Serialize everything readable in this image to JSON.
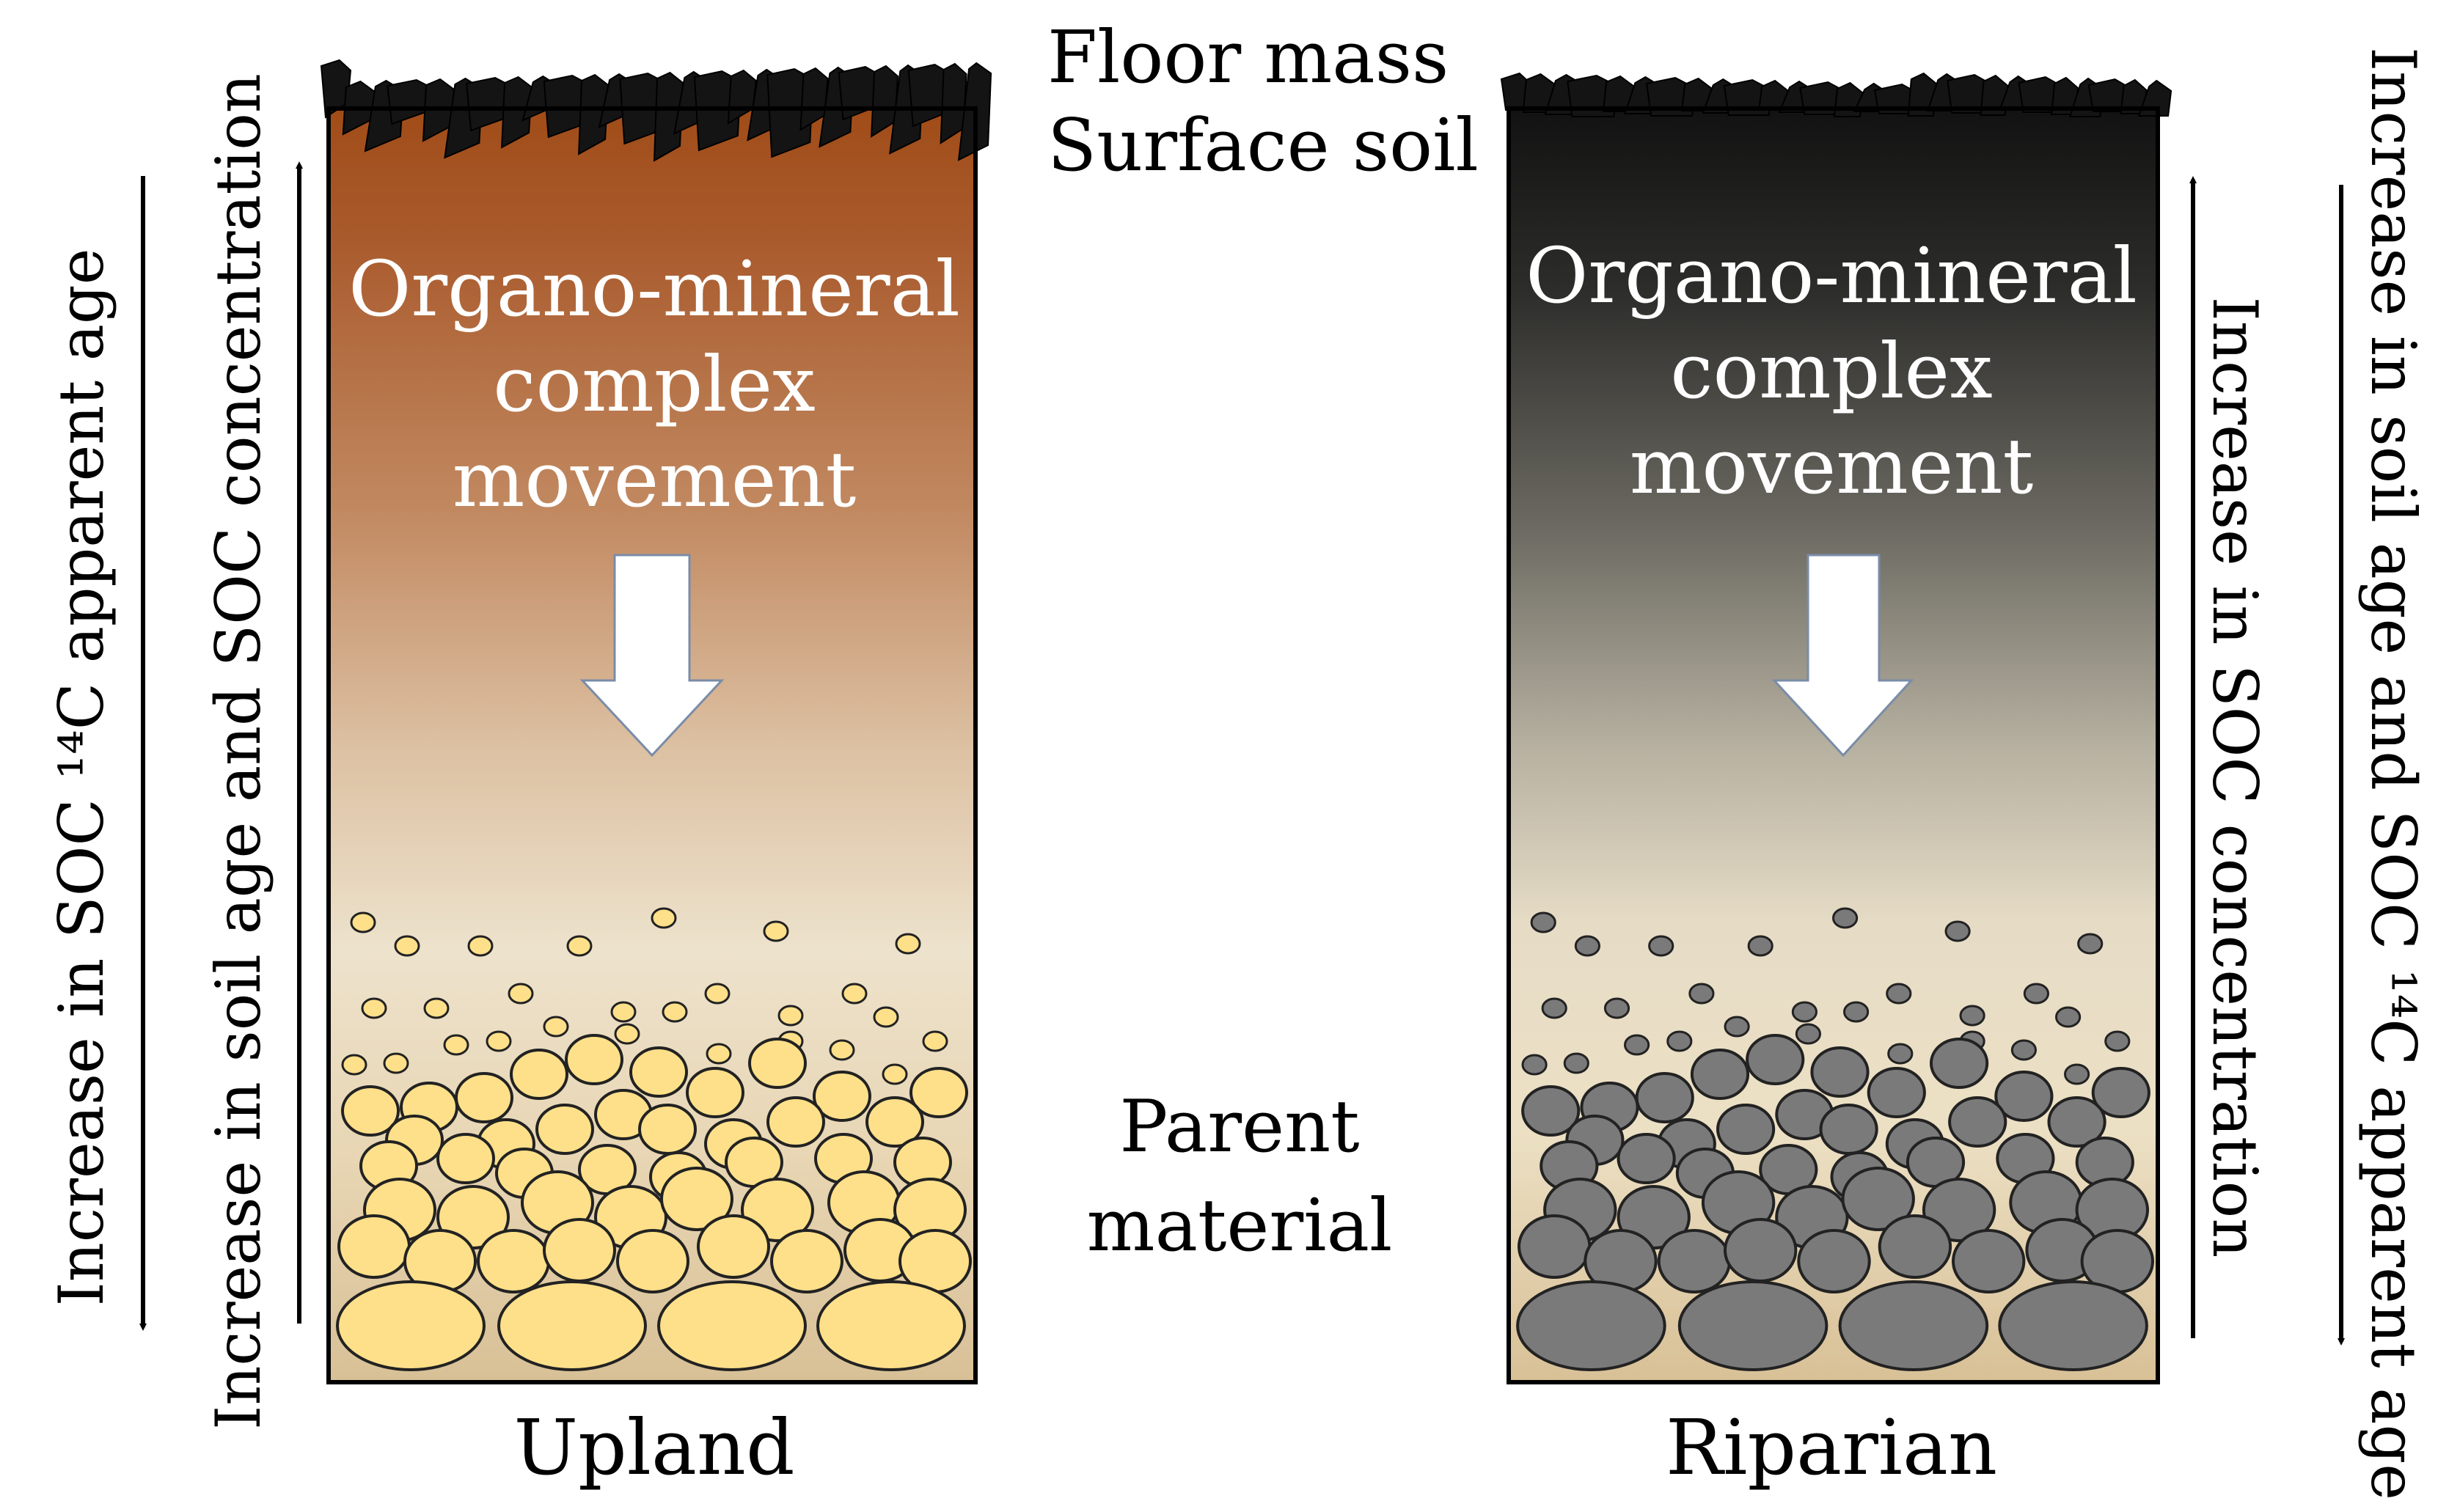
{
  "labels": {
    "floor_mass": "Floor mass",
    "surface_soil": "Surface soil",
    "parent_line1": "Parent",
    "parent_line2": "material"
  },
  "upland": {
    "caption": "Upland",
    "movement_line1": "Organo-mineral",
    "movement_line2": "complex",
    "movement_line3": "movement",
    "axis_outer": "Increase in SOC ¹⁴C apparent age",
    "axis_inner": "Increase in soil age and SOC concentration",
    "colors": {
      "top": "#a55420",
      "mid": "#e8d8c0",
      "bottom": "#d8c098",
      "particle": "#ffe08a"
    }
  },
  "riparian": {
    "caption": "Riparian",
    "movement_line1": "Organo-mineral",
    "movement_line2": "complex",
    "movement_line3": "movement",
    "axis_inner": "Increase in SOC concentration",
    "axis_outer": "Increase in soil age and SOC ¹⁴C apparent age",
    "colors": {
      "top": "#1a1a1a",
      "mid": "#ece2cc",
      "bottom": "#d8c098",
      "particle": "#7a7a7a"
    }
  }
}
